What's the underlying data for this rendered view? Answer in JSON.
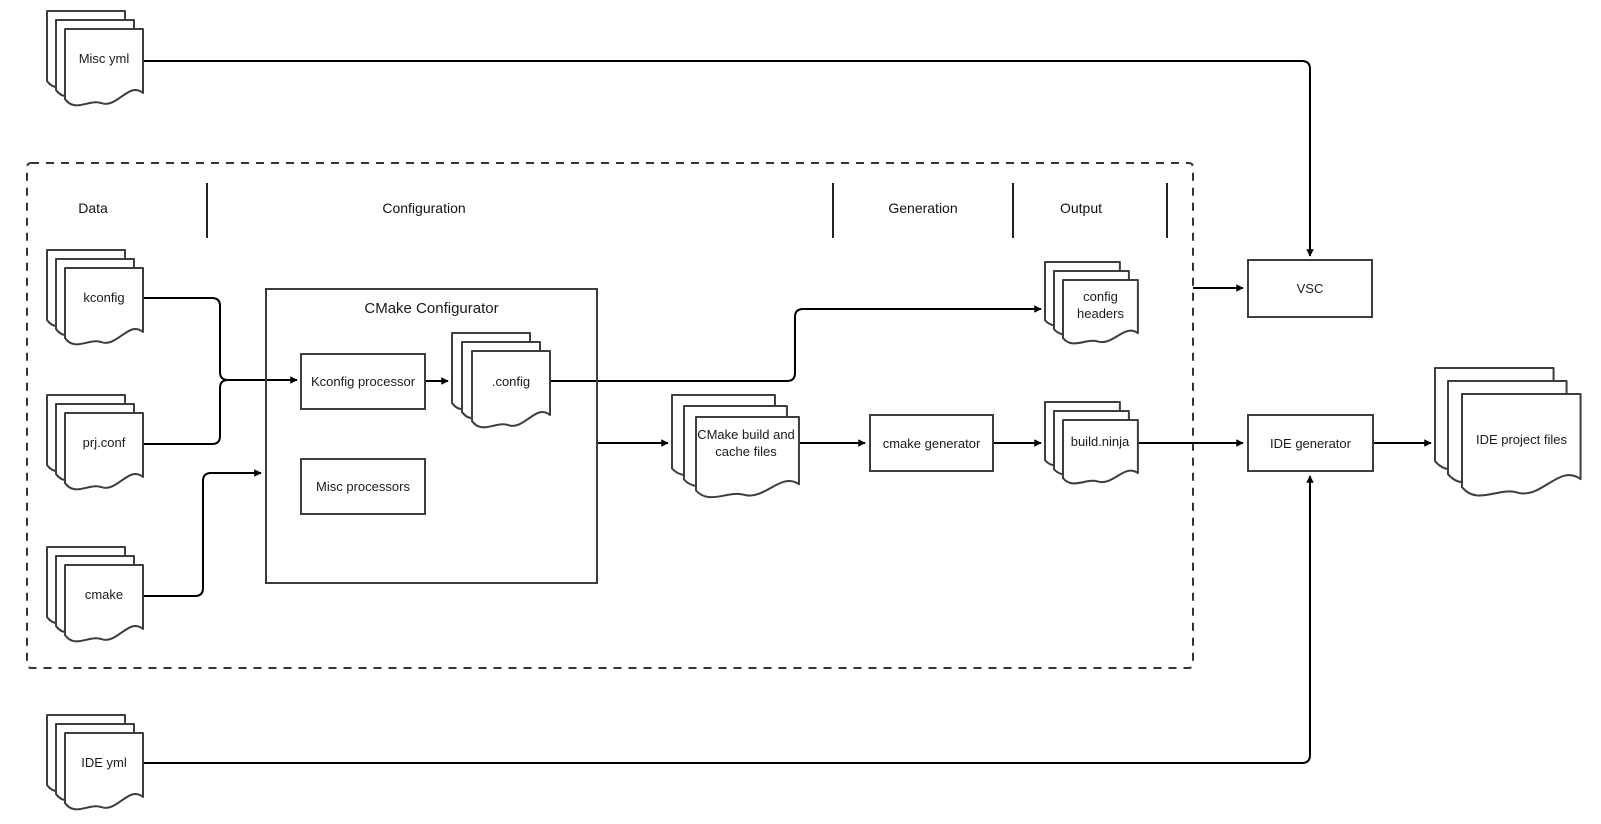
{
  "lanes": {
    "data": "Data",
    "configuration": "Configuration",
    "generation": "Generation",
    "output": "Output"
  },
  "nodes": {
    "misc_yml": "Misc yml",
    "kconfig": "kconfig",
    "prj_conf": "prj.conf",
    "cmake": "cmake",
    "ide_yml": "IDE yml",
    "cmake_configurator": "CMake Configurator",
    "kconfig_processor": "Kconfig processor",
    "misc_processors": "Misc processors",
    "dot_config": ".config",
    "cmake_build_cache": "CMake build and cache files",
    "cmake_generator": "cmake generator",
    "config_headers": "config headers",
    "build_ninja": "build.ninja",
    "vsc": "VSC",
    "ide_generator": "IDE generator",
    "ide_project_files": "IDE project files"
  },
  "colors": {
    "connector": "#000000",
    "shape_stroke": "#3d3d3d",
    "background": "#ffffff"
  }
}
